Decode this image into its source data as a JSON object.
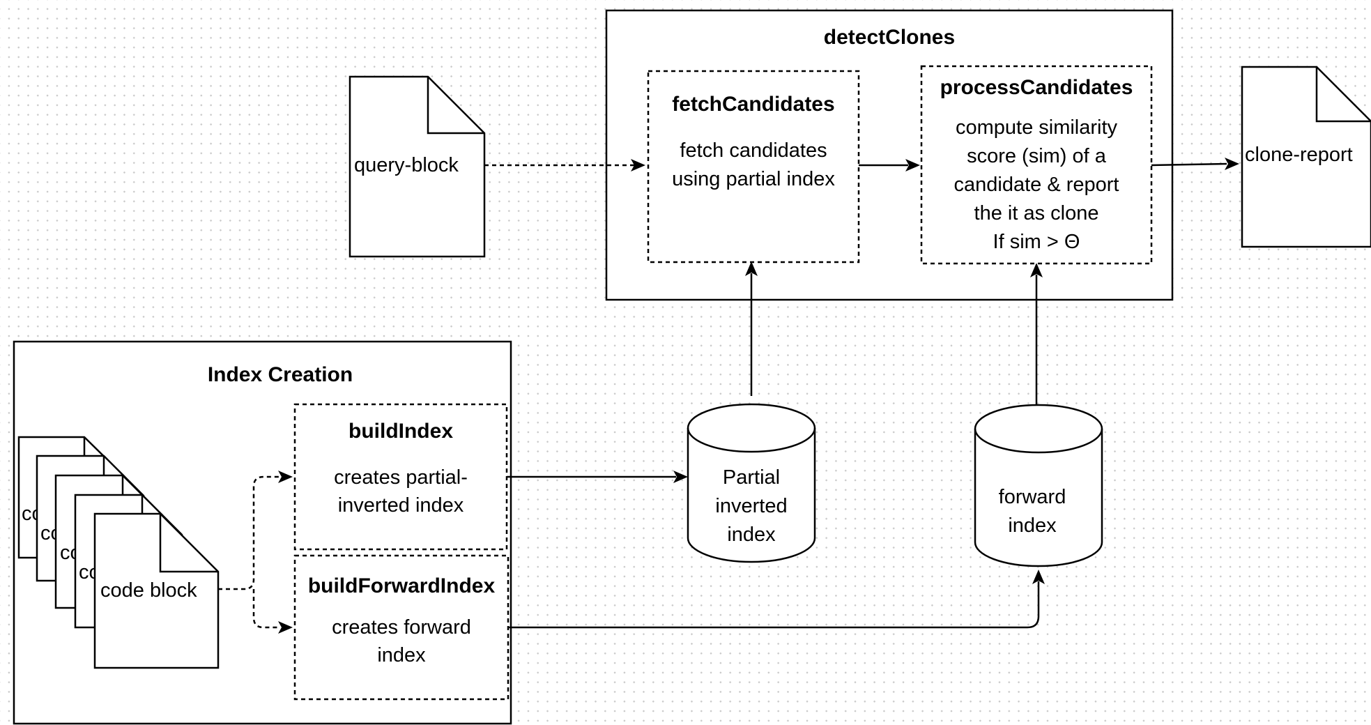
{
  "groups": {
    "detect_clones": {
      "title": "detectClones"
    },
    "index_creation": {
      "title": "Index Creation"
    }
  },
  "processes": {
    "fetch_candidates": {
      "title": "fetchCandidates",
      "desc": [
        "fetch candidates",
        "using partial index"
      ]
    },
    "process_candidates": {
      "title": "processCandidates",
      "desc": [
        "compute similarity",
        "score (sim) of a",
        "candidate & report",
        "the it as clone",
        "If sim > Θ"
      ]
    },
    "build_index": {
      "title": "buildIndex",
      "desc": [
        "creates partial-",
        "inverted index"
      ]
    },
    "build_forward_index": {
      "title": "buildForwardIndex",
      "desc": [
        "creates forward",
        "index"
      ]
    }
  },
  "documents": {
    "query_block": "query-block",
    "clone_report": "clone-report",
    "code_block": "code block",
    "code_block_stack_fragments": [
      "co",
      "co",
      "co",
      "co"
    ]
  },
  "stores": {
    "partial_inverted_index": [
      "Partial",
      "inverted",
      "index"
    ],
    "forward_index": [
      "forward",
      "index"
    ]
  }
}
